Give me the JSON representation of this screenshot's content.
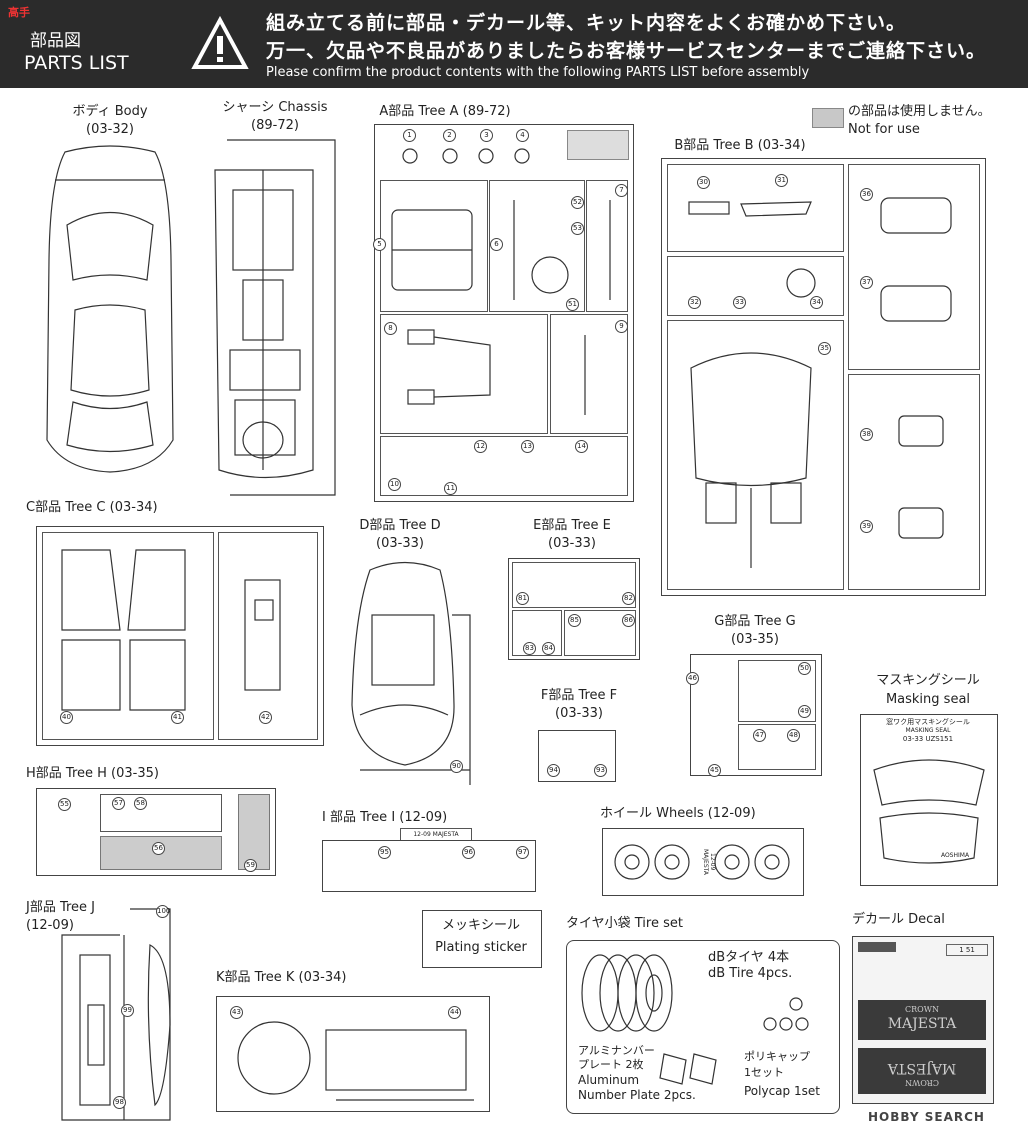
{
  "header": {
    "logo": "高手",
    "title_jp": "部品図",
    "title_en": "PARTS LIST",
    "notice_line1": "組み立てる前に部品・デカール等、キット内容をよくお確かめ下さい。",
    "notice_line2": "万一、欠品や不良品がありましたらお客様サービスセンターまでご連絡下さい。",
    "notice_en": "Please confirm the product contents with the following PARTS LIST before assembly"
  },
  "not_for_use": {
    "jp": "の部品は使用しません。",
    "en": "Not for use"
  },
  "parts": {
    "body": {
      "name": "ボディ Body",
      "code": "(03-32)"
    },
    "chassis": {
      "name": "シャーシ Chassis",
      "code": "(89-72)"
    },
    "tree_a": {
      "name": "A部品 Tree A (89-72)"
    },
    "tree_b": {
      "name": "B部品 Tree B (03-34)"
    },
    "tree_c": {
      "name": "C部品 Tree C (03-34)"
    },
    "tree_d": {
      "name": "D部品 Tree D",
      "code": "(03-33)"
    },
    "tree_e": {
      "name": "E部品 Tree E",
      "code": "(03-33)"
    },
    "tree_f": {
      "name": "F部品 Tree F",
      "code": "(03-33)"
    },
    "tree_g": {
      "name": "G部品 Tree G",
      "code": "(03-35)"
    },
    "tree_h": {
      "name": "H部品 Tree H (03-35)"
    },
    "tree_i": {
      "name": "I 部品 Tree I (12-09)"
    },
    "tree_j": {
      "name": "J部品 Tree J",
      "code": "(12-09)"
    },
    "tree_k": {
      "name": "K部品 Tree K (03-34)"
    },
    "wheels": {
      "name": "ホイール Wheels (12-09)"
    },
    "masking": {
      "name_jp": "マスキングシール",
      "name_en": "Masking seal"
    },
    "plating": {
      "name_jp": "メッキシール",
      "name_en": "Plating sticker"
    },
    "tire_set": {
      "name": "タイヤ小袋 Tire set"
    },
    "decal": {
      "name": "デカール Decal"
    }
  },
  "tire_set": {
    "tire_jp": "dBタイヤ 4本",
    "tire_en": "dB Tire 4pcs.",
    "plate_jp1": "アルミナンバー",
    "plate_jp2": "プレート 2枚",
    "plate_en1": "Aluminum",
    "plate_en2": "Number Plate 2pcs.",
    "poly_jp1": "ポリキャップ",
    "poly_jp2": "1セット",
    "poly_en": "Polycap 1set"
  },
  "tree_i_tag": "12-09 MAJESTA",
  "wheels_tag": "12-09 MAJESTA",
  "masking_sheet": {
    "title": "窓ワク用マスキングシール",
    "sub": "MASKING SEAL",
    "code": "03-33 UZS151",
    "brand": "AOSHIMA"
  },
  "decal_sheet": {
    "line1": "CROWN",
    "line2": "MAJESTA",
    "plate": "1 51"
  },
  "watermark": "HOBBY SEARCH",
  "colors": {
    "header_bg": "#2b2b2b",
    "not_for_use": "#c8c8c8"
  },
  "part_numbers": {
    "a": [
      "1",
      "2",
      "3",
      "4",
      "5",
      "6",
      "7",
      "8",
      "9",
      "10",
      "11",
      "12",
      "13",
      "14",
      "51",
      "52",
      "53"
    ],
    "b": [
      "30",
      "31",
      "32",
      "33",
      "34",
      "35",
      "36",
      "37",
      "38",
      "39"
    ],
    "c": [
      "40",
      "41",
      "42"
    ],
    "d": [
      "90"
    ],
    "e": [
      "81",
      "82",
      "83",
      "84",
      "85",
      "86"
    ],
    "f": [
      "94",
      "93"
    ],
    "g": [
      "46",
      "45",
      "47",
      "48",
      "49",
      "50"
    ],
    "h": [
      "55",
      "56",
      "57",
      "58",
      "59"
    ],
    "i": [
      "95",
      "96",
      "97"
    ],
    "j": [
      "100",
      "98",
      "99"
    ],
    "k": [
      "43",
      "44"
    ]
  }
}
